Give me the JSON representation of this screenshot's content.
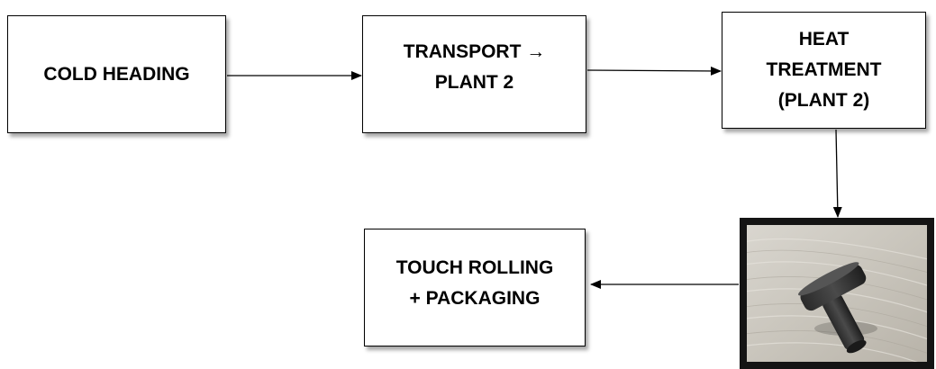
{
  "diagram": {
    "steps": {
      "cold_heading": "COLD HEADING",
      "transport": "TRANSPORT →\nPLANT 2",
      "heat_treatment": "HEAT\nTREATMENT\n(PLANT 2)",
      "touch_rolling": "TOUCH ROLLING\n+ PACKAGING"
    },
    "photo": {
      "subject": "dark metal T-shaped fastener part on wooden surface"
    },
    "colors": {
      "line": "#000000",
      "box_border": "#000000",
      "background": "#ffffff"
    }
  }
}
